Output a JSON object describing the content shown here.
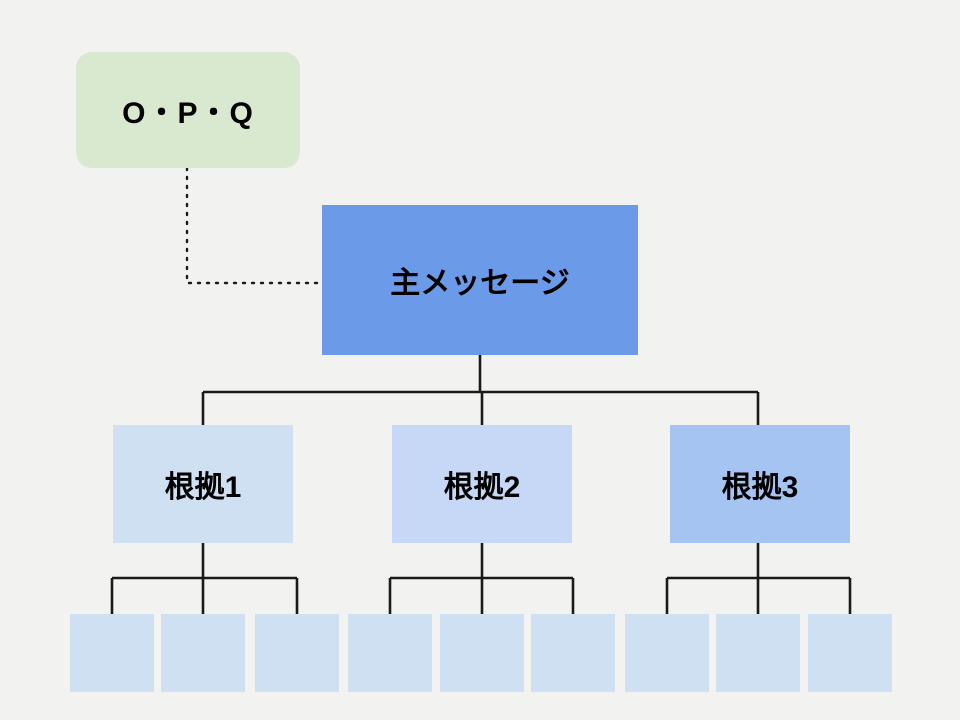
{
  "diagram": {
    "type": "pyramid-structure-tree",
    "background_color": "#f2f2f0",
    "context_node": {
      "label": "O・P・Q",
      "color": "#d8e9d0",
      "shape": "rounded-rectangle",
      "connector": "dotted"
    },
    "main_node": {
      "label": "主メッセージ",
      "color": "#6b9be8",
      "shape": "rectangle"
    },
    "evidence_nodes": [
      {
        "label": "根拠1",
        "color": "#cfe0f2"
      },
      {
        "label": "根拠2",
        "color": "#c6d8f5"
      },
      {
        "label": "根拠3",
        "color": "#a5c4f2"
      }
    ],
    "leaf_nodes": [
      {
        "label": "",
        "color": "#cfe0f2"
      },
      {
        "label": "",
        "color": "#cfe0f2"
      },
      {
        "label": "",
        "color": "#cfe0f2"
      },
      {
        "label": "",
        "color": "#cfe0f2"
      },
      {
        "label": "",
        "color": "#cfe0f2"
      },
      {
        "label": "",
        "color": "#cfe0f2"
      },
      {
        "label": "",
        "color": "#cfe0f2"
      },
      {
        "label": "",
        "color": "#cfe0f2"
      },
      {
        "label": "",
        "color": "#cfe0f2"
      }
    ],
    "connector_color": "#1a1a1a"
  }
}
